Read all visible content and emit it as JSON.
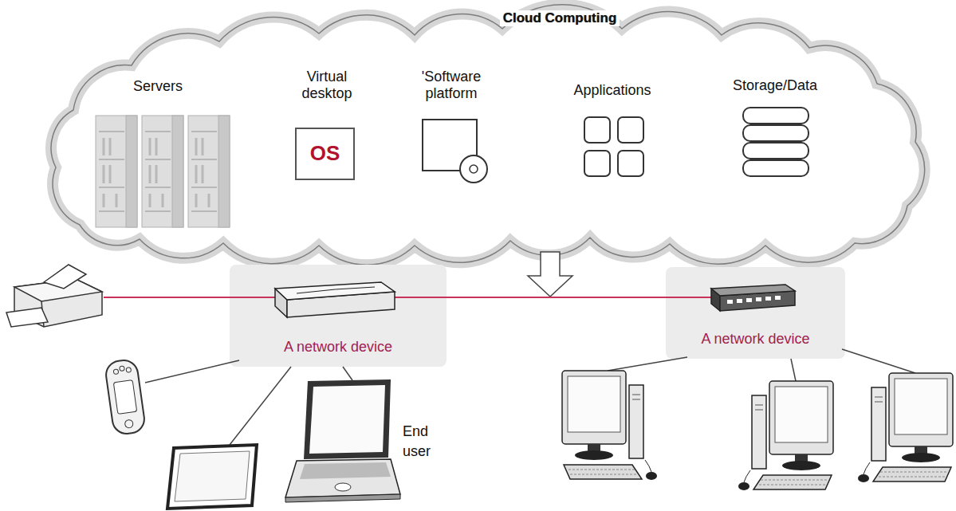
{
  "diagram": {
    "nodes": [
      {
        "text": [
          "Cloud Computing"
        ]
      },
      {
        "text": [
          "Servers"
        ],
        "in": 0
      },
      {
        "text": [
          "Virtual desktop"
        ],
        "in": 0
      },
      {
        "text": [
          "OS"
        ],
        "in": 2
      },
      {
        "text": [
          "'Software platform"
        ],
        "in": 0
      },
      {
        "text": [
          "Applications"
        ],
        "in": 0
      },
      {
        "text": [
          "Storage/Data"
        ],
        "in": 0
      },
      {
        "text": [
          "A network device"
        ]
      },
      {
        "text": [
          "A network device"
        ]
      }
    ],
    "edges": [
      {
        "from": 7,
        "to": 8,
        "arrow": "none"
      }
    ],
    "labels": [
      "End user"
    ]
  }
}
